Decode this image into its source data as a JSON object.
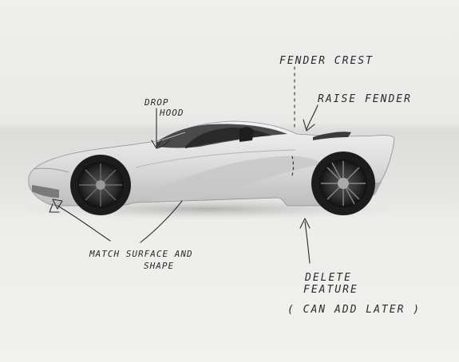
{
  "annotations": {
    "drop_hood": [
      "DROP",
      "HOOD"
    ],
    "fender_crest": "FENDER CREST",
    "raise_fender": "RAISE FENDER",
    "match_surface": [
      "MATCH SURFACE AND",
      "SHAPE"
    ],
    "delete_feature": [
      "DELETE",
      "FEATURE"
    ],
    "can_add_later": "( CAN ADD LATER )"
  },
  "colors": {
    "paper": "#ececea",
    "ink": "#2b2b2b",
    "car_body": "#d9d9d9",
    "tire": "#1c1c1c"
  }
}
